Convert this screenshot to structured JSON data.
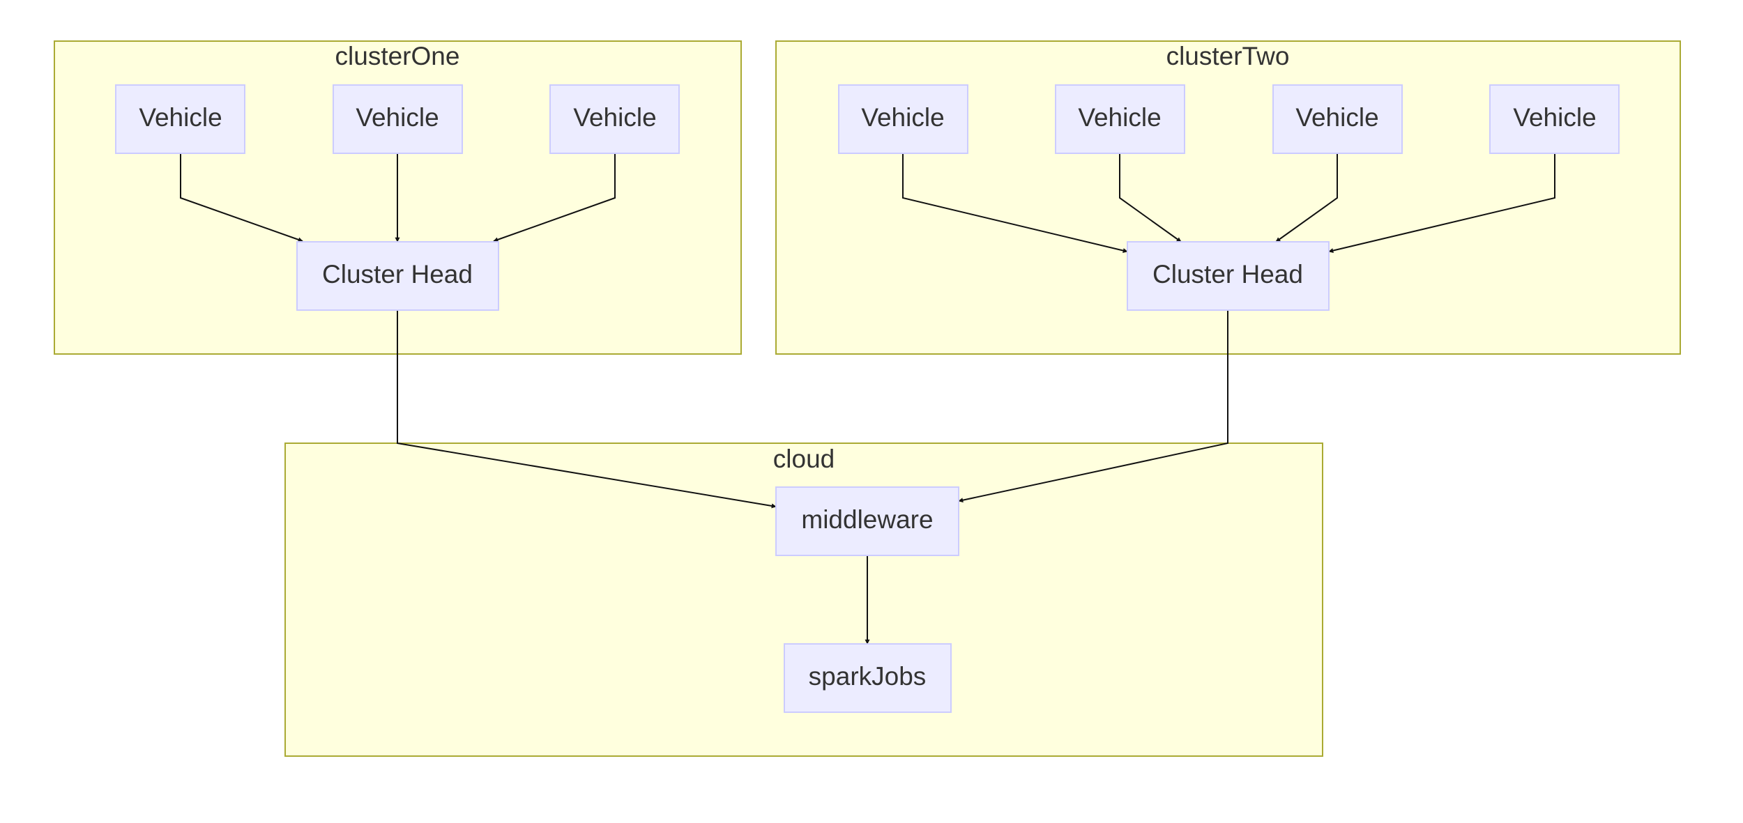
{
  "colors": {
    "cluster_fill": "#ffffde",
    "cluster_stroke": "#aaaa33",
    "node_fill": "#ececff",
    "node_stroke": "#ccccff",
    "edge": "#111111",
    "text": "#333333"
  },
  "clusters": {
    "one": {
      "label": "clusterOne"
    },
    "two": {
      "label": "clusterTwo"
    },
    "cloud": {
      "label": "cloud"
    }
  },
  "nodes": {
    "c1_v1": "Vehicle",
    "c1_v2": "Vehicle",
    "c1_v3": "Vehicle",
    "c1_head": "Cluster Head",
    "c2_v1": "Vehicle",
    "c2_v2": "Vehicle",
    "c2_v3": "Vehicle",
    "c2_v4": "Vehicle",
    "c2_head": "Cluster Head",
    "middleware": "middleware",
    "spark": "sparkJobs"
  },
  "edges": [
    [
      "c1_v1",
      "c1_head"
    ],
    [
      "c1_v2",
      "c1_head"
    ],
    [
      "c1_v3",
      "c1_head"
    ],
    [
      "c2_v1",
      "c2_head"
    ],
    [
      "c2_v2",
      "c2_head"
    ],
    [
      "c2_v3",
      "c2_head"
    ],
    [
      "c2_v4",
      "c2_head"
    ],
    [
      "c1_head",
      "middleware"
    ],
    [
      "c2_head",
      "middleware"
    ],
    [
      "middleware",
      "spark"
    ]
  ]
}
